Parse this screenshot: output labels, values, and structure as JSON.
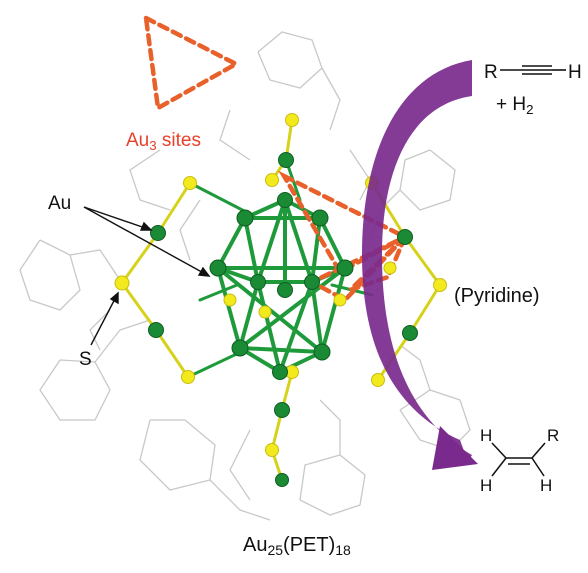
{
  "labels": {
    "au3_main": "Au",
    "au3_sub": "3",
    "au3_rest": " sites",
    "au": "Au",
    "s": "S",
    "pyridine": "(Pyridine)",
    "plus_h2_main": "+ H",
    "plus_h2_sub": "2",
    "caption_a": "Au",
    "caption_b": "25",
    "caption_c": "(PET)",
    "caption_d": "18"
  },
  "reactant": {
    "left_group": "R",
    "right_atom": "H"
  },
  "product": {
    "top_left": "H",
    "top_right": "R",
    "bottom_left": "H",
    "bottom_right": "H"
  },
  "colors": {
    "gold_atom": "#1a8a35",
    "sulfur_atom": "#f2ea1d",
    "bond_green": "#1f9a3a",
    "ligand_gray": "#c8c8c8",
    "dashed_orange": "#e8612b",
    "label_red": "#e8412b",
    "arrow_purple": "#7a2a8c"
  }
}
